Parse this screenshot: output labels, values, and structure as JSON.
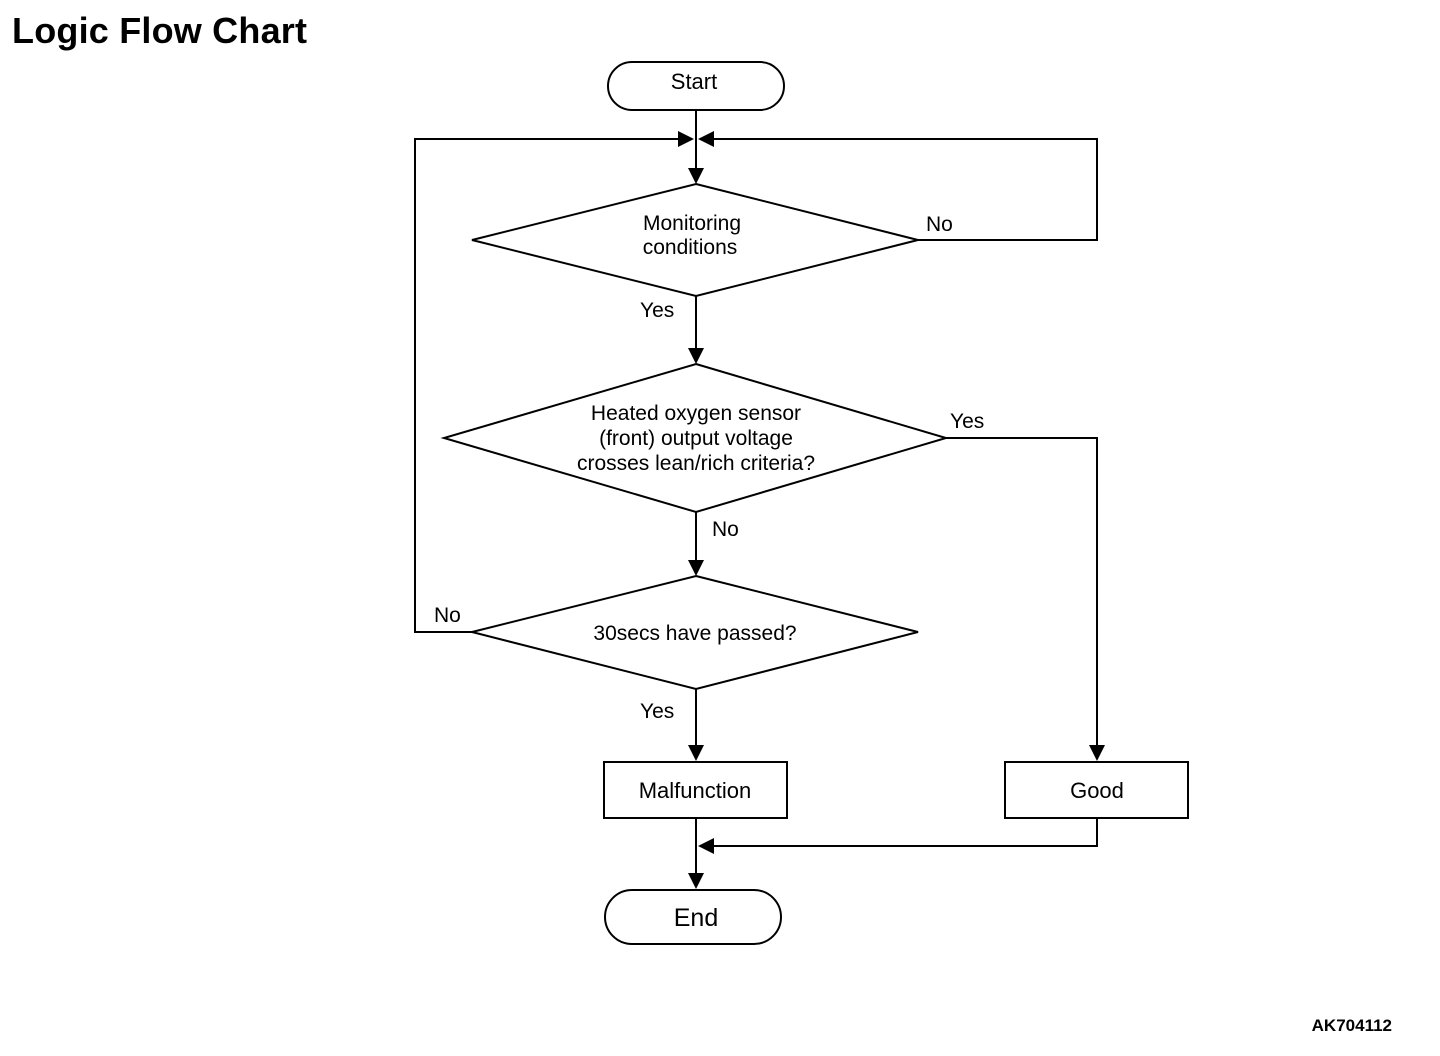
{
  "title": "Logic Flow Chart",
  "figure_id": "AK704112",
  "nodes": {
    "start": "Start",
    "monitoring": [
      "Monitoring",
      "conditions"
    ],
    "sensor": [
      "Heated oxygen sensor",
      "(front) output voltage",
      "crosses lean/rich criteria?"
    ],
    "timer": "30secs have passed?",
    "malfunction": "Malfunction",
    "good": "Good",
    "end": "End"
  },
  "edges": {
    "monitoring_no": "No",
    "monitoring_yes": "Yes",
    "sensor_yes": "Yes",
    "sensor_no": "No",
    "timer_no": "No",
    "timer_yes": "Yes"
  }
}
